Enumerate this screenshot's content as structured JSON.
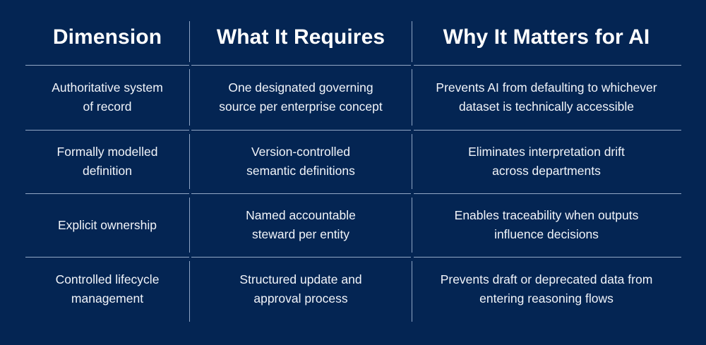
{
  "theme": {
    "background": "#042553",
    "text": "#ffffff",
    "body_text": "#f2f5fa",
    "rule": "#93a8c6"
  },
  "table": {
    "columns": [
      {
        "header": "Dimension"
      },
      {
        "header": "What It Requires"
      },
      {
        "header": "Why It Matters for AI"
      }
    ],
    "rows": [
      {
        "dimension_line1": "Authoritative system",
        "dimension_line2": "of record",
        "requires_line1": "One designated governing",
        "requires_line2": "source per enterprise concept",
        "matters_line1": "Prevents AI from defaulting to whichever",
        "matters_line2": "dataset is technically accessible"
      },
      {
        "dimension_line1": "Formally modelled",
        "dimension_line2": "definition",
        "requires_line1": "Version-controlled",
        "requires_line2": "semantic definitions",
        "matters_line1": "Eliminates interpretation drift",
        "matters_line2": "across departments"
      },
      {
        "dimension_line1": "Explicit ownership",
        "dimension_line2": "",
        "requires_line1": "Named accountable",
        "requires_line2": "steward per entity",
        "matters_line1": "Enables traceability when outputs",
        "matters_line2": "influence decisions"
      },
      {
        "dimension_line1": "Controlled lifecycle",
        "dimension_line2": "management",
        "requires_line1": "Structured update and",
        "requires_line2": "approval process",
        "matters_line1": "Prevents draft or deprecated data from",
        "matters_line2": "entering reasoning flows"
      }
    ]
  }
}
